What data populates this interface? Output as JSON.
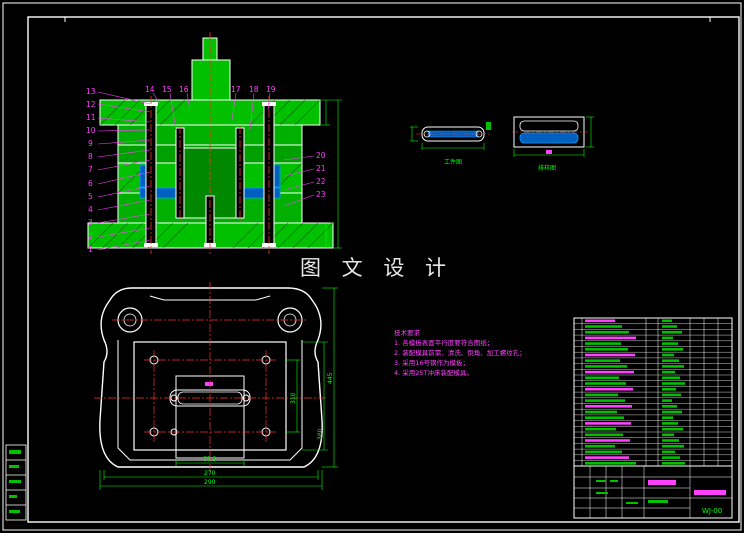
{
  "drawing": {
    "background": "#000000",
    "line_colors": {
      "outline": "#ffffff",
      "section": "#00c000",
      "hatch": "#00a0ff",
      "dimension": "#00ff00",
      "center": "#ff3030",
      "part_labels": "#ff40ff",
      "notes": "#ff40ff",
      "title_bar": "#ff40ff"
    },
    "watermark": "图 文 设 计",
    "part_numbers_left": [
      "13",
      "12",
      "11",
      "10",
      "9",
      "8",
      "7",
      "6",
      "5",
      "4",
      "3",
      "2",
      "1"
    ],
    "part_numbers_top": [
      "14",
      "15",
      "16",
      "17",
      "18",
      "19"
    ],
    "part_numbers_right": [
      "20",
      "21",
      "22",
      "23"
    ],
    "dimensions": {
      "plan_width_inner": "270",
      "plan_width_outer": "290",
      "plan_height_outer": "445",
      "plan_height_inner": "380",
      "plan_height_mid": "310",
      "part_width": "77.5"
    },
    "view_labels": {
      "part_view": "工件图",
      "blank_view": "排样图"
    },
    "notes": {
      "heading": "技术要求",
      "lines": [
        "1. 各模板表面平行度要符合图纸；",
        "2. 装配模具前需、清洗、倒角、加工螺纹孔；",
        "3. 采用16号钢作为模板；",
        "4. 采用25T冲床装配模具。"
      ]
    },
    "title_block": {
      "drawing_no": "WJ-00"
    }
  }
}
